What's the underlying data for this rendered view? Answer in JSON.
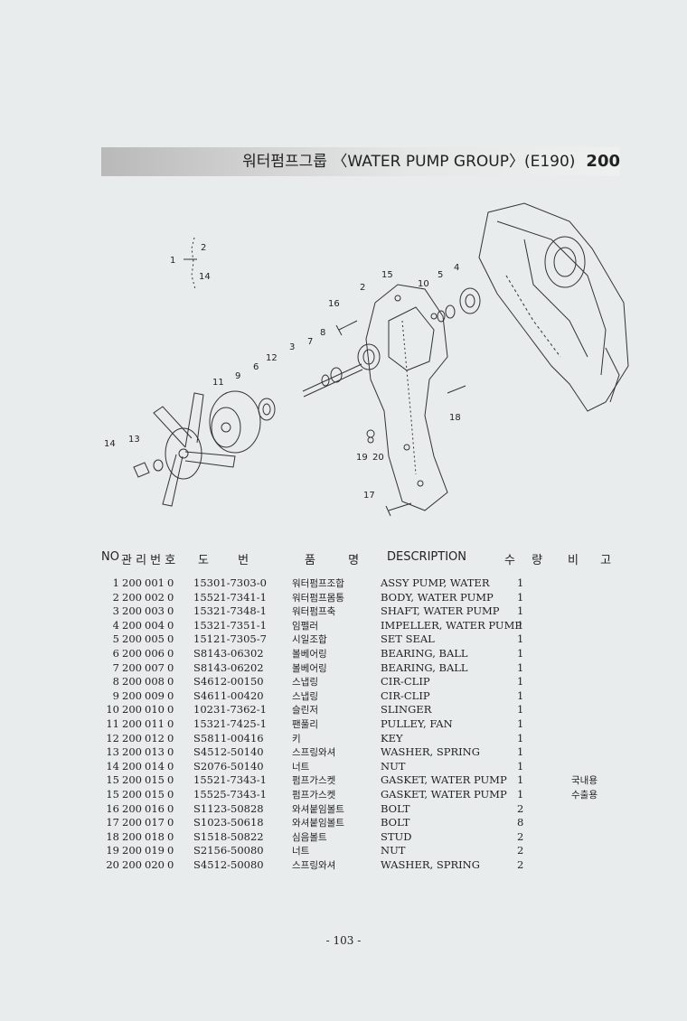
{
  "header": {
    "title": "워터펌프그룹 〈WATER PUMP GROUP〉(E190)",
    "code": "200"
  },
  "diagram": {
    "callouts": [
      "1",
      "2",
      "3",
      "4",
      "5",
      "6",
      "7",
      "8",
      "9",
      "10",
      "11",
      "12",
      "13",
      "14",
      "15",
      "16",
      "17",
      "18",
      "19",
      "20"
    ],
    "inset": {
      "a": "1",
      "b": "2",
      "c": "14"
    }
  },
  "table": {
    "columns": {
      "no": "NO",
      "mgmt": "관 리 번 호",
      "drawing": "도 번",
      "name": "품 명",
      "description": "DESCRIPTION",
      "qty": "수 량",
      "remarks": "비 고"
    },
    "rows": [
      {
        "no": "1",
        "grp": "200",
        "seq": "001",
        "z": "0",
        "part": "15301-7303-0",
        "kor": "워터펌프조합",
        "desc": "ASSY PUMP, WATER",
        "qty": "1",
        "rem": ""
      },
      {
        "no": "2",
        "grp": "200",
        "seq": "002",
        "z": "0",
        "part": "15521-7341-1",
        "kor": "워터펌프몸통",
        "desc": "BODY, WATER PUMP",
        "qty": "1",
        "rem": ""
      },
      {
        "no": "3",
        "grp": "200",
        "seq": "003",
        "z": "0",
        "part": "15321-7348-1",
        "kor": "워터펌프축",
        "desc": "SHAFT, WATER PUMP",
        "qty": "1",
        "rem": ""
      },
      {
        "no": "4",
        "grp": "200",
        "seq": "004",
        "z": "0",
        "part": "15321-7351-1",
        "kor": "임펠러",
        "desc": "IMPELLER, WATER PUMP",
        "qty": "1",
        "rem": ""
      },
      {
        "no": "5",
        "grp": "200",
        "seq": "005",
        "z": "0",
        "part": "15121-7305-7",
        "kor": "시일조합",
        "desc": "SET SEAL",
        "qty": "1",
        "rem": ""
      },
      {
        "no": "6",
        "grp": "200",
        "seq": "006",
        "z": "0",
        "part": "S8143-06302",
        "kor": "볼베어링",
        "desc": "BEARING, BALL",
        "qty": "1",
        "rem": ""
      },
      {
        "no": "7",
        "grp": "200",
        "seq": "007",
        "z": "0",
        "part": "S8143-06202",
        "kor": "볼베어링",
        "desc": "BEARING, BALL",
        "qty": "1",
        "rem": ""
      },
      {
        "no": "8",
        "grp": "200",
        "seq": "008",
        "z": "0",
        "part": "S4612-00150",
        "kor": "스냅링",
        "desc": "CIR-CLIP",
        "qty": "1",
        "rem": ""
      },
      {
        "no": "9",
        "grp": "200",
        "seq": "009",
        "z": "0",
        "part": "S4611-00420",
        "kor": "스냅링",
        "desc": "CIR-CLIP",
        "qty": "1",
        "rem": ""
      },
      {
        "no": "10",
        "grp": "200",
        "seq": "010",
        "z": "0",
        "part": "10231-7362-1",
        "kor": "슬린저",
        "desc": "SLINGER",
        "qty": "1",
        "rem": ""
      },
      {
        "no": "11",
        "grp": "200",
        "seq": "011",
        "z": "0",
        "part": "15321-7425-1",
        "kor": "팬풀리",
        "desc": "PULLEY, FAN",
        "qty": "1",
        "rem": ""
      },
      {
        "no": "12",
        "grp": "200",
        "seq": "012",
        "z": "0",
        "part": "S5811-00416",
        "kor": "키",
        "desc": "KEY",
        "qty": "1",
        "rem": ""
      },
      {
        "no": "13",
        "grp": "200",
        "seq": "013",
        "z": "0",
        "part": "S4512-50140",
        "kor": "스프링와셔",
        "desc": "WASHER, SPRING",
        "qty": "1",
        "rem": ""
      },
      {
        "no": "14",
        "grp": "200",
        "seq": "014",
        "z": "0",
        "part": "S2076-50140",
        "kor": "너트",
        "desc": "NUT",
        "qty": "1",
        "rem": ""
      },
      {
        "no": "15",
        "grp": "200",
        "seq": "015",
        "z": "0",
        "part": "15521-7343-1",
        "kor": "펌프가스켓",
        "desc": "GASKET, WATER PUMP",
        "qty": "1",
        "rem": "국내용"
      },
      {
        "no": "15",
        "grp": "200",
        "seq": "015",
        "z": "0",
        "part": "15525-7343-1",
        "kor": "펌프가스켓",
        "desc": "GASKET, WATER PUMP",
        "qty": "1",
        "rem": "수출용"
      },
      {
        "no": "16",
        "grp": "200",
        "seq": "016",
        "z": "0",
        "part": "S1123-50828",
        "kor": "와셔붙임볼트",
        "desc": "BOLT",
        "qty": "2",
        "rem": ""
      },
      {
        "no": "17",
        "grp": "200",
        "seq": "017",
        "z": "0",
        "part": "S1023-50618",
        "kor": "와셔붙임볼트",
        "desc": "BOLT",
        "qty": "8",
        "rem": ""
      },
      {
        "no": "18",
        "grp": "200",
        "seq": "018",
        "z": "0",
        "part": "S1518-50822",
        "kor": "심음볼트",
        "desc": "STUD",
        "qty": "2",
        "rem": ""
      },
      {
        "no": "19",
        "grp": "200",
        "seq": "019",
        "z": "0",
        "part": "S2156-50080",
        "kor": "너트",
        "desc": "NUT",
        "qty": "2",
        "rem": ""
      },
      {
        "no": "20",
        "grp": "200",
        "seq": "020",
        "z": "0",
        "part": "S4512-50080",
        "kor": "스프링와셔",
        "desc": "WASHER, SPRING",
        "qty": "2",
        "rem": ""
      }
    ]
  },
  "footer": {
    "page_number": "- 103 -"
  }
}
